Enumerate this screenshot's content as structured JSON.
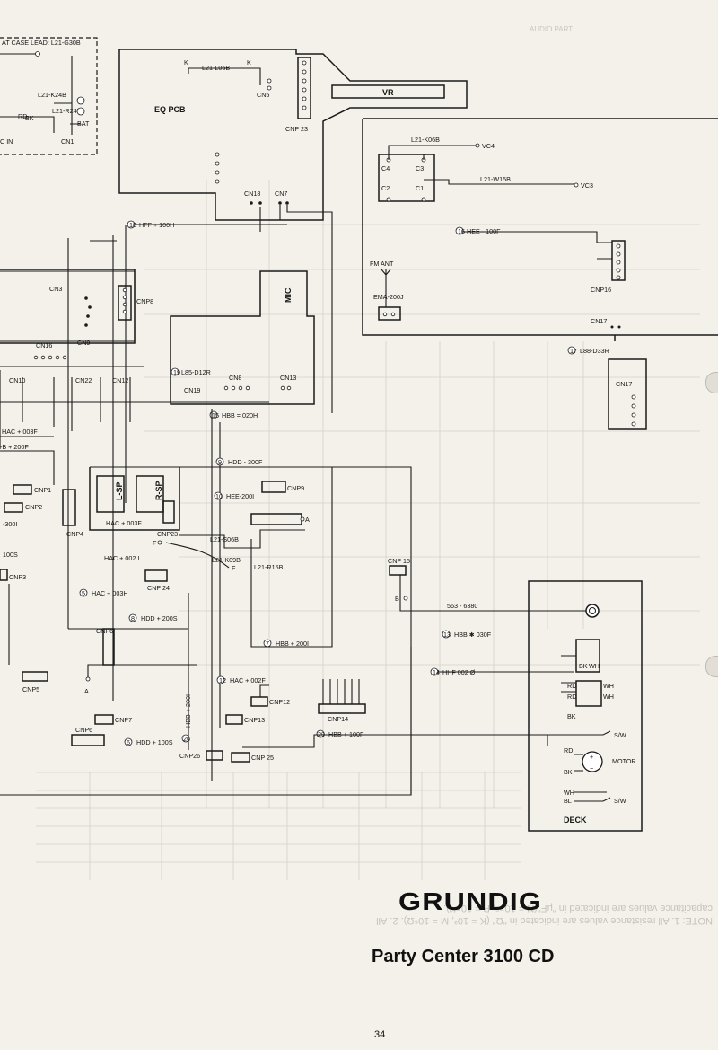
{
  "brand": "GRUNDIG",
  "model": "Party Center 3100 CD",
  "page_number": "34",
  "background_text": {
    "audio_part": "AUDIO PART",
    "note_mirrored": "NOTE: 1. All resistance values are indicated in \"Ω\" (K = 10³, M = 10⁶Ω). 2. All capacitance values are indicated in \"µF\"(N = 10⁻⁹, P = 10⁻¹²)."
  },
  "blocks": {
    "eq_pcb": "EQ PCB",
    "vr": "VR",
    "mic": "MIC",
    "deck": "DECK",
    "l_sp": "L-SP",
    "r_sp": "R-SP",
    "fm_ant": "FM ANT",
    "motor": "MOTOR",
    "bat_case": "AT CASE LEAD: L21-G30B",
    "bat": "BAT",
    "c_in": "C IN",
    "cn1": "CN1"
  },
  "labels": {
    "l21_k24b": "L21-K24B",
    "l21_r24b": "L21-R24B",
    "rd": "RD",
    "bk": "BK",
    "wh": "WH",
    "bl": "BL",
    "sw": "S/W",
    "l21_l06b": "L21-L06B",
    "k": "K",
    "cn5": "CN5",
    "cnp23": "CNP 23",
    "cnp23b": "CNP23",
    "cn18": "CN18",
    "cn7": "CN7",
    "l21_k06b": "L21-K06B",
    "vc4": "VC4",
    "vc3": "VC3",
    "l21_w15b": "L21-W15B",
    "c1": "C1",
    "c2": "C2",
    "c3": "C3",
    "c4": "C4",
    "hff_100h": "HFF + 100H",
    "hee_100f": "HEE - 100F",
    "ema_200j": "EMA-200J",
    "cnp16": "CNP16",
    "cn17": "CN17",
    "l88_d33r": "L88-D33R",
    "cn3": "CN3",
    "cnp8": "CNP8",
    "cn9": "CN9",
    "cn16": "CN16",
    "cn10": "CN10",
    "cn22": "CN22",
    "cn12": "CN12",
    "l85_d12r": "L85-D12R",
    "cn19": "CN19",
    "cn8": "CN8",
    "cn13": "CN13",
    "hbb_020h": "HBB = 020H",
    "hac_003f": "HAC + 003F",
    "b_200f": "-B + 200F",
    "hdd_300f": "HDD - 300F",
    "cnp9": "CNP9",
    "hee_200i": "HEE-200I",
    "a": "A",
    "b": "B",
    "f": "F",
    "cnp1": "CNP1",
    "cnp2": "CNP2",
    "n300i": "-300I",
    "n100s": "100S",
    "cnp3": "CNP3",
    "cnp4": "CNP4",
    "hac_003f_b": "HAC + 003F",
    "hac_002i": "HAC + 002 I",
    "cnp24": "CNP 24",
    "l21_s06b": "L21-S06B",
    "l21_k09b": "L21-K09B",
    "l21_r15b": "L21-R15B",
    "cnp15": "CNP 15",
    "p563_6380": "563 - 6380",
    "hac_003h": "HAC + 003H",
    "hdd_200s": "HDD + 200S",
    "cnp6": "CNP6",
    "hbb_200i": "HBB + 200I",
    "hbb_030f": "HBB ✱ 030F",
    "hhf_002": "HHF  002 Ø",
    "cnp5": "CNP5",
    "hac_002f": "HAC + 002F",
    "cnp12": "CNP12",
    "cnp14": "CNP14",
    "cnp7": "CNP7",
    "cnp13": "CNP13",
    "cnp5b": "CNP6",
    "hdd_100s": "HDD + 100S",
    "hbb_100f": "HBB + 100F",
    "hbb_200i_v": "HBB + 200I",
    "cnp26": "CNP26",
    "cnp25": "CNP 25",
    "n5": "5",
    "n6": "6",
    "n7": "7",
    "n8": "8",
    "n9": "9",
    "n10": "10",
    "n12": "12",
    "n13": "13",
    "n14": "14",
    "n15": "15",
    "n16": "16",
    "n17": "17",
    "n18": "18",
    "n19": "19",
    "n22": "22",
    "n26": "26",
    "n29": "29"
  }
}
